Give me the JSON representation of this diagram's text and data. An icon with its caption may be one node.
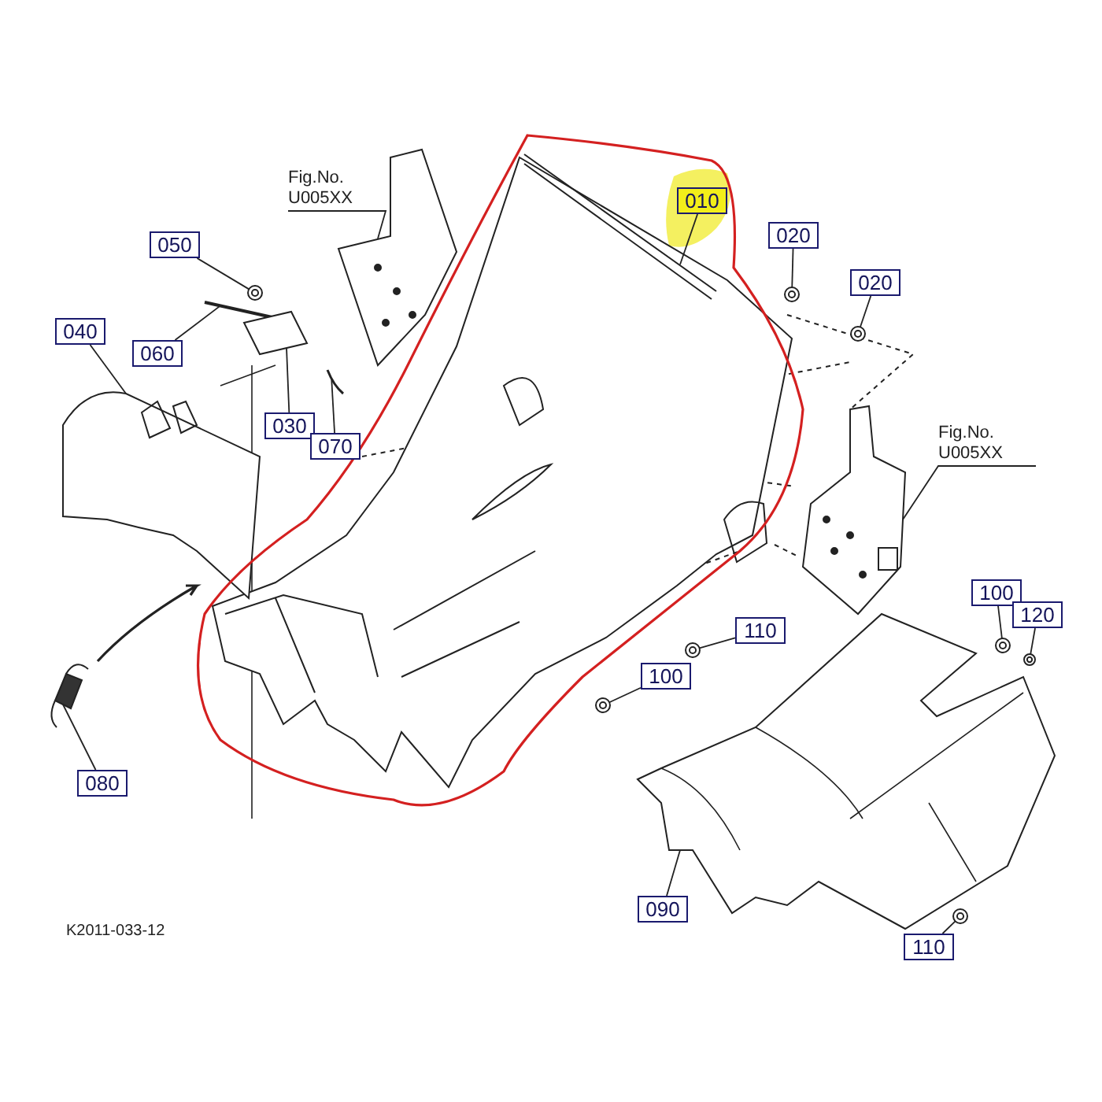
{
  "diagram": {
    "nodes": [
      {
        "text": [
          "010"
        ]
      },
      {
        "text": [
          "Fig.No. U005XX"
        ]
      },
      {
        "text": [
          "020"
        ]
      },
      {
        "text": [
          "050"
        ]
      },
      {
        "text": [
          "020"
        ]
      },
      {
        "text": [
          "040"
        ]
      },
      {
        "text": [
          "060"
        ]
      },
      {
        "text": [
          "030"
        ]
      },
      {
        "text": [
          "Fig.No. U005XX"
        ]
      },
      {
        "text": [
          "070"
        ]
      },
      {
        "text": [
          "100"
        ]
      },
      {
        "text": [
          "120"
        ]
      },
      {
        "text": [
          "110"
        ]
      },
      {
        "text": [
          "100"
        ]
      },
      {
        "text": [
          "080"
        ]
      },
      {
        "text": [
          "090"
        ]
      },
      {
        "text": [
          "110"
        ]
      },
      {
        "text": [],
        "shape": "picture"
      },
      {
        "text": [],
        "shape": "picture"
      },
      {
        "text": [],
        "shape": "picture"
      },
      {
        "text": [],
        "shape": "picture"
      },
      {
        "text": [],
        "shape": "picture"
      },
      {
        "text": [],
        "shape": "picture"
      },
      {
        "text": [],
        "shape": "picture"
      },
      {
        "text": [],
        "shape": "picture"
      },
      {
        "text": [],
        "shape": "picture"
      },
      {
        "text": [],
        "shape": "picture"
      },
      {
        "text": [],
        "shape": "picture"
      },
      {
        "text": [],
        "shape": "picture"
      },
      {
        "text": [],
        "shape": "picture"
      },
      {
        "text": [],
        "shape": "picture"
      },
      {
        "text": [],
        "shape": "picture"
      },
      {
        "text": [],
        "shape": "picture"
      },
      {
        "text": [],
        "shape": "picture"
      }
    ],
    "edges": [
      {
        "from": 0,
        "to": 17,
        "arrow": "none"
      },
      {
        "from": 1,
        "to": 18,
        "arrow": "none"
      },
      {
        "from": 2,
        "to": 19,
        "arrow": "none"
      },
      {
        "from": 3,
        "to": 20,
        "arrow": "none"
      },
      {
        "from": 4,
        "to": 21,
        "arrow": "none"
      },
      {
        "from": 5,
        "to": 22,
        "arrow": "none"
      },
      {
        "from": 6,
        "to": 23,
        "arrow": "none"
      },
      {
        "from": 7,
        "to": 24,
        "arrow": "none"
      },
      {
        "from": 8,
        "to": 25,
        "arrow": "none"
      },
      {
        "from": 9,
        "to": 26,
        "arrow": "none"
      },
      {
        "from": 10,
        "to": 27,
        "arrow": "none"
      },
      {
        "from": 11,
        "to": 28,
        "arrow": "none"
      },
      {
        "from": 12,
        "to": 29,
        "arrow": "none"
      },
      {
        "from": 13,
        "to": 30,
        "arrow": "none"
      },
      {
        "from": 14,
        "to": 31,
        "arrow": "none"
      },
      {
        "from": 15,
        "to": 32,
        "arrow": "none"
      },
      {
        "from": 16,
        "to": 33,
        "arrow": "none"
      }
    ],
    "labels": [
      "K2011-033-12"
    ]
  }
}
